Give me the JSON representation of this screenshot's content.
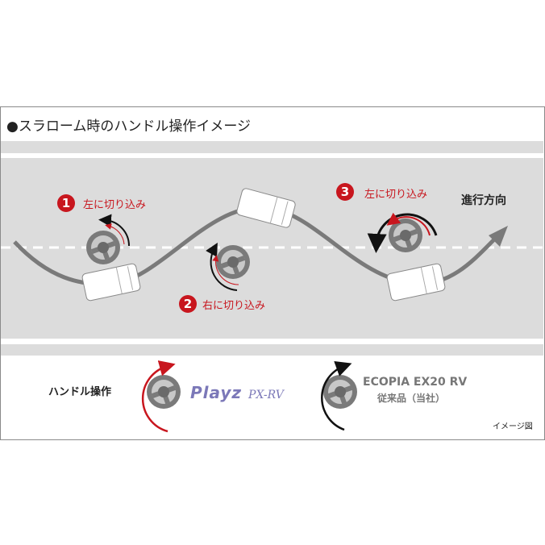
{
  "title": "●スラローム時のハンドル操作イメージ",
  "steps": [
    {
      "number": "1",
      "label": "左に切り込み"
    },
    {
      "number": "2",
      "label": "右に切り込み"
    },
    {
      "number": "3",
      "label": "左に切り込み"
    }
  ],
  "direction_label": "進行方向",
  "legend": {
    "label": "ハンドル操作",
    "product_brand": "Playz",
    "product_model": "PX-RV",
    "competitor_line1": "ECOPIA EX20 RV",
    "competitor_line2": "従来品（当社）"
  },
  "note": "イメージ図",
  "colors": {
    "accent_red": "#c8161e",
    "road": "#dcdcdc",
    "wheel": "#7a7a7a",
    "brand_purple": "#7b78b8"
  }
}
